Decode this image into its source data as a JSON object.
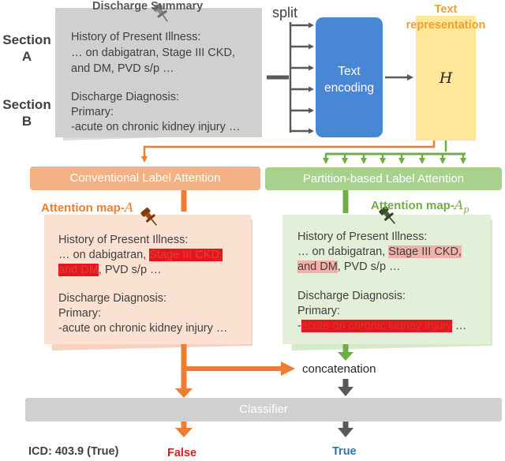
{
  "discharge_summary": {
    "title": "Discharge Summary",
    "section_a_label": "Section\nA",
    "section_b_label": "Section\nB",
    "para1_heading": "History of Present Illness:",
    "para1_line2": "… on dabigatran, Stage III CKD,",
    "para1_line3": "and DM, PVD s/p …",
    "para2_heading": "Discharge Diagnosis:",
    "para2_line2": "Primary:",
    "para2_line3": "-acute on chronic kidney injury …"
  },
  "split_label": "split",
  "text_encoding_label": "Text\nencoding",
  "text_representation_label": "Text\nrepresentation",
  "h_symbol": "H",
  "conventional": {
    "bar_label": "Conventional Label Attention",
    "map_label": "Attention map-",
    "map_symbol": "A",
    "note": {
      "heading1": "History of Present Illness:",
      "line2_prefix": "… on dabigatran, ",
      "line2_hl": "Stage III CKD,",
      "line3_hl": "and DM",
      "line3_suffix": ", PVD s/p …",
      "heading2": "Discharge Diagnosis:",
      "primary": "Primary:",
      "last_line": "-acute on chronic kidney injury …"
    }
  },
  "partition": {
    "bar_label": "Partition-based Label Attention",
    "map_label": "Attention map-",
    "map_symbol": "A",
    "map_subscript": "p",
    "note": {
      "heading1": "History of Present Illness:",
      "line2_prefix": "… on dabigatran, ",
      "line2_hl": "Stage III CKD,",
      "line3_hl": "and DM",
      "line3_suffix": ", PVD s/p …",
      "heading2": "Discharge Diagnosis:",
      "primary": "Primary:",
      "last_prefix": "-",
      "last_hl": "acute on chronic kidney injury",
      "last_suffix": " …"
    }
  },
  "concatenation_label": "concatenation",
  "classifier_label": "Classifier",
  "icd_label": "ICD: 403.9 (True)",
  "result_false": "False",
  "result_true": "True",
  "colors": {
    "orange": "#ed7d31",
    "green": "#70ad47",
    "blue": "#4472c4",
    "yellow": "#ffe699",
    "gray": "#d9d9d9",
    "dark_gray": "#595959"
  }
}
